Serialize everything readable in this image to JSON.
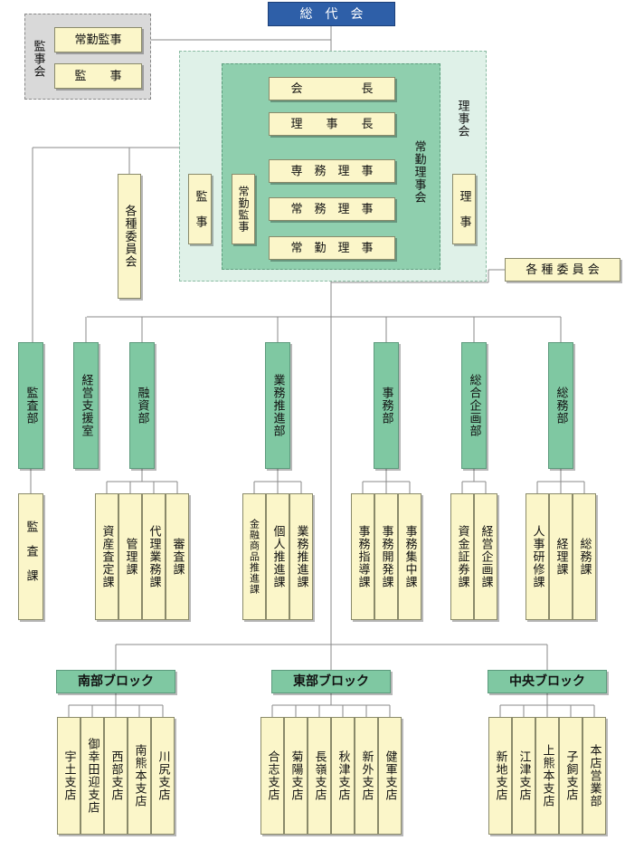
{
  "top": "総　代　会",
  "auditor_group": {
    "label": "監事会",
    "items": [
      "常勤監事",
      "監　　事"
    ]
  },
  "board": {
    "label": "理事会",
    "director": "理　事",
    "auditor": "監　事"
  },
  "standing_board": {
    "label": "常勤理事会",
    "auditor": "常勤監事",
    "items": [
      "会　　　　　長",
      "理　　事　　長",
      "専　務　理　事",
      "常　務　理　事",
      "常　勤　理　事"
    ]
  },
  "committees_left": "各種委員会",
  "committees_right": "各 種 委 員 会",
  "departments": [
    {
      "name": "監査部",
      "sections": [
        "監査課"
      ]
    },
    {
      "name": "経営支援室",
      "sections": []
    },
    {
      "name": "融資部",
      "sections": [
        "資産査定課",
        "管理課",
        "代理業務課",
        "審査課"
      ]
    },
    {
      "name": "業務推進部",
      "sections": [
        "金融商品推進課",
        "個人推進課",
        "業務推進課"
      ]
    },
    {
      "name": "事務部",
      "sections": [
        "事務指導課",
        "事務開発課",
        "事務集中課"
      ]
    },
    {
      "name": "総合企画部",
      "sections": [
        "資金証券課",
        "経営企画課"
      ]
    },
    {
      "name": "総務部",
      "sections": [
        "人事研修課",
        "経理課",
        "総務課"
      ]
    }
  ],
  "blocks": [
    {
      "name": "南部ブロック",
      "branches": [
        "宇土支店",
        "御幸田迎支店",
        "西部支店",
        "南熊本支店",
        "川尻支店"
      ]
    },
    {
      "name": "東部ブロック",
      "branches": [
        "合志支店",
        "菊陽支店",
        "長嶺支店",
        "秋津支店",
        "新外支店",
        "健軍支店"
      ]
    },
    {
      "name": "中央ブロック",
      "branches": [
        "新地支店",
        "江津支店",
        "上熊本支店",
        "子飼支店",
        "本店営業部"
      ]
    }
  ],
  "colors": {
    "top": "#2e5fa8",
    "department": "#7fc8a2",
    "cream": "#fbf6c9"
  }
}
